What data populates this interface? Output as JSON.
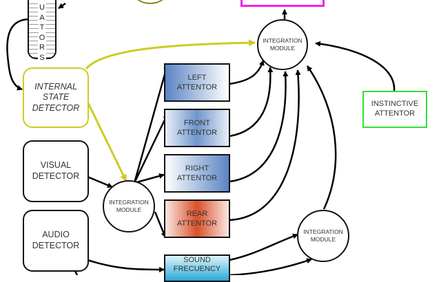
{
  "diagram": {
    "actuators": {
      "letters": [
        "U",
        "A",
        "T",
        "O",
        "R",
        "S"
      ]
    },
    "internal_state_detector": {
      "lines": [
        "INTERNAL",
        "STATE",
        "DETECTOR"
      ],
      "color": "#cccc22"
    },
    "visual_detector": {
      "lines": [
        "VISUAL",
        "DETECTOR"
      ]
    },
    "audio_detector": {
      "lines": [
        "AUDIO",
        "DETECTOR"
      ]
    },
    "integration_module_left": {
      "lines": [
        "INTEGRATION",
        "MODULE"
      ]
    },
    "integration_module_top": {
      "lines": [
        "INTEGRATION",
        "MODULE"
      ]
    },
    "integration_module_right": {
      "lines": [
        "INTEGRATION",
        "MODULE"
      ]
    },
    "left_attentor": {
      "lines": [
        "LEFT",
        "ATTENTOR"
      ]
    },
    "front_attentor": {
      "lines": [
        "FRONT",
        "ATTENTOR"
      ]
    },
    "right_attentor": {
      "lines": [
        "RIGHT",
        "ATTENTOR"
      ]
    },
    "rear_attentor": {
      "lines": [
        "REAR",
        "ATTENTOR"
      ]
    },
    "sound_frequency": {
      "lines": [
        "SOUND",
        "FRECUENCY"
      ]
    },
    "instinctive_attentor": {
      "lines": [
        "INSTINCTIVE",
        "ATTENTOR"
      ],
      "color": "#33dd33"
    },
    "top_output_box": {
      "color": "#ee22ee"
    },
    "top_olive_circle": {
      "color": "#8a8a1a"
    }
  }
}
